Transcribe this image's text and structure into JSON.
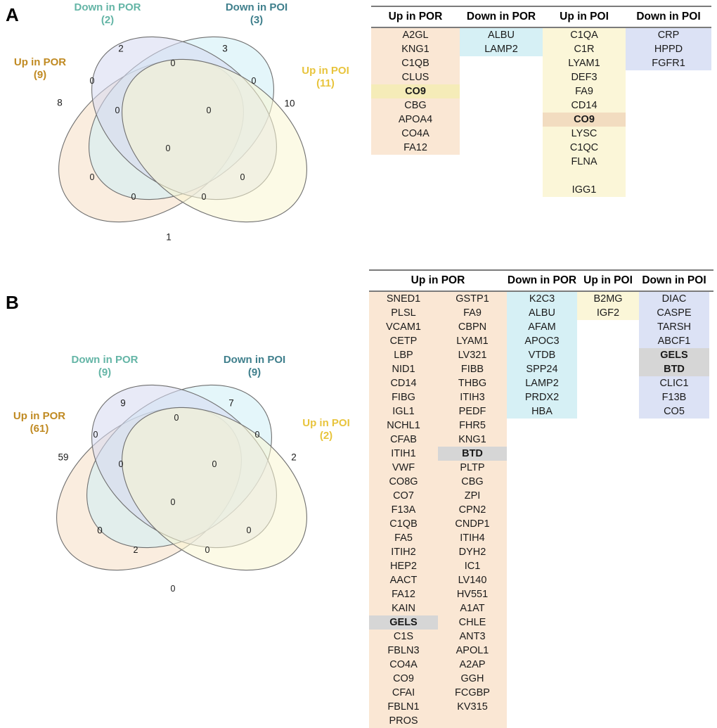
{
  "panels": [
    {
      "letter": "A",
      "venn": {
        "sets": [
          {
            "key": "up_por",
            "label": "Up in POR",
            "count": "(9)",
            "color": "#c08a22"
          },
          {
            "key": "down_por",
            "label": "Down in POR",
            "count": "(2)",
            "color": "#64b5a6"
          },
          {
            "key": "down_poi",
            "label": "Down in POI",
            "count": "(3)",
            "color": "#3f7f8c"
          },
          {
            "key": "up_poi",
            "label": "Up in POI",
            "count": "(11)",
            "color": "#e8c43c"
          }
        ],
        "regions": {
          "only_up_por": "8",
          "only_down_por": "2",
          "only_down_poi": "3",
          "only_up_poi": "10",
          "up_por__down_por": "0",
          "down_por__down_poi": "0",
          "down_poi__up_poi": "0",
          "up_por__down_poi": "0",
          "down_por__up_poi": "0",
          "up_por__up_poi": "1",
          "up_por__down_por__down_poi": "0",
          "down_por__down_poi__up_poi": "0",
          "up_por__down_por__up_poi": "0",
          "up_por__down_poi__up_poi": "0",
          "all_four": "0"
        }
      },
      "table": {
        "headers": [
          "Up in POR",
          "Down in POR",
          "Up in POI",
          "Down in POI"
        ],
        "columns": [
          {
            "header": "Up in POR",
            "bg": "bg-uppor",
            "items": [
              {
                "text": "A2GL",
                "hl": ""
              },
              {
                "text": "KNG1",
                "hl": ""
              },
              {
                "text": "C1QB",
                "hl": ""
              },
              {
                "text": "CLUS",
                "hl": ""
              },
              {
                "text": "CO9",
                "hl": "hl-yellow",
                "bold": true
              },
              {
                "text": "CBG",
                "hl": ""
              },
              {
                "text": "APOA4",
                "hl": ""
              },
              {
                "text": "CO4A",
                "hl": ""
              },
              {
                "text": "FA12",
                "hl": ""
              }
            ]
          },
          {
            "header": "Down in POR",
            "bg": "bg-downpor",
            "items": [
              {
                "text": "ALBU",
                "hl": ""
              },
              {
                "text": "LAMP2",
                "hl": ""
              }
            ]
          },
          {
            "header": "Up in POI",
            "bg": "bg-uppoi",
            "items": [
              {
                "text": "C1QA",
                "hl": ""
              },
              {
                "text": "C1R",
                "hl": ""
              },
              {
                "text": "LYAM1",
                "hl": ""
              },
              {
                "text": "DEF3",
                "hl": ""
              },
              {
                "text": "FA9",
                "hl": ""
              },
              {
                "text": "CD14",
                "hl": ""
              },
              {
                "text": "CO9",
                "hl": "hl-peach",
                "bold": true
              },
              {
                "text": "LYSC",
                "hl": ""
              },
              {
                "text": "C1QC",
                "hl": ""
              },
              {
                "text": "FLNA",
                "hl": ""
              },
              {
                "text": "",
                "hl": "",
                "blank": true
              },
              {
                "text": "IGG1",
                "hl": ""
              }
            ]
          },
          {
            "header": "Down in POI",
            "bg": "bg-downpoi",
            "items": [
              {
                "text": "CRP",
                "hl": ""
              },
              {
                "text": "HPPD",
                "hl": ""
              },
              {
                "text": "FGFR1",
                "hl": ""
              }
            ]
          }
        ]
      }
    },
    {
      "letter": "B",
      "venn": {
        "sets": [
          {
            "key": "up_por",
            "label": "Up in POR",
            "count": "(61)",
            "color": "#c08a22"
          },
          {
            "key": "down_por",
            "label": "Down in POR",
            "count": "(9)",
            "color": "#64b5a6"
          },
          {
            "key": "down_poi",
            "label": "Down in POI",
            "count": "(9)",
            "color": "#3f7f8c"
          },
          {
            "key": "up_poi",
            "label": "Up in POI",
            "count": "(2)",
            "color": "#e8c43c"
          }
        ],
        "regions": {
          "only_up_por": "59",
          "only_down_por": "9",
          "only_down_poi": "7",
          "only_up_poi": "2",
          "up_por__down_por": "0",
          "down_por__down_poi": "0",
          "down_poi__up_poi": "0",
          "up_por__down_poi": "0",
          "down_por__up_poi": "0",
          "up_por__up_poi": "0",
          "up_por__down_por__down_poi": "0",
          "down_por__down_poi__up_poi": "0",
          "up_por__down_por__up_poi": "2",
          "up_por__down_poi__up_poi": "0",
          "all_four": "0"
        }
      },
      "table": {
        "headers": [
          "Up in POR",
          "Down in POR",
          "Up in POI",
          "Down in POI"
        ],
        "up_por_left": [
          {
            "text": "SNED1",
            "hl": ""
          },
          {
            "text": "PLSL",
            "hl": ""
          },
          {
            "text": "VCAM1",
            "hl": ""
          },
          {
            "text": "CETP",
            "hl": ""
          },
          {
            "text": "LBP",
            "hl": ""
          },
          {
            "text": "NID1",
            "hl": ""
          },
          {
            "text": "CD14",
            "hl": ""
          },
          {
            "text": "FIBG",
            "hl": ""
          },
          {
            "text": "IGL1",
            "hl": ""
          },
          {
            "text": "NCHL1",
            "hl": ""
          },
          {
            "text": "CFAB",
            "hl": ""
          },
          {
            "text": "ITIH1",
            "hl": ""
          },
          {
            "text": "VWF",
            "hl": ""
          },
          {
            "text": "CO8G",
            "hl": ""
          },
          {
            "text": "CO7",
            "hl": ""
          },
          {
            "text": "F13A",
            "hl": ""
          },
          {
            "text": "C1QB",
            "hl": ""
          },
          {
            "text": "FA5",
            "hl": ""
          },
          {
            "text": "ITIH2",
            "hl": ""
          },
          {
            "text": "HEP2",
            "hl": ""
          },
          {
            "text": "AACT",
            "hl": ""
          },
          {
            "text": "FA12",
            "hl": ""
          },
          {
            "text": "KAIN",
            "hl": ""
          },
          {
            "text": "GELS",
            "hl": "hl-grey",
            "bold": true
          },
          {
            "text": "C1S",
            "hl": ""
          },
          {
            "text": "FBLN3",
            "hl": ""
          },
          {
            "text": "CO4A",
            "hl": ""
          },
          {
            "text": "CO9",
            "hl": ""
          },
          {
            "text": "CFAI",
            "hl": ""
          },
          {
            "text": "FBLN1",
            "hl": ""
          },
          {
            "text": "PROS",
            "hl": ""
          }
        ],
        "up_por_right": [
          {
            "text": "GSTP1",
            "hl": ""
          },
          {
            "text": "FA9",
            "hl": ""
          },
          {
            "text": "CBPN",
            "hl": ""
          },
          {
            "text": "LYAM1",
            "hl": ""
          },
          {
            "text": "LV321",
            "hl": ""
          },
          {
            "text": "FIBB",
            "hl": ""
          },
          {
            "text": "THBG",
            "hl": ""
          },
          {
            "text": "ITIH3",
            "hl": ""
          },
          {
            "text": "PEDF",
            "hl": ""
          },
          {
            "text": "FHR5",
            "hl": ""
          },
          {
            "text": "KNG1",
            "hl": ""
          },
          {
            "text": "BTD",
            "hl": "hl-grey",
            "bold": true
          },
          {
            "text": "PLTP",
            "hl": ""
          },
          {
            "text": "CBG",
            "hl": ""
          },
          {
            "text": "ZPI",
            "hl": ""
          },
          {
            "text": "CPN2",
            "hl": ""
          },
          {
            "text": "CNDP1",
            "hl": ""
          },
          {
            "text": "ITIH4",
            "hl": ""
          },
          {
            "text": "DYH2",
            "hl": ""
          },
          {
            "text": "IC1",
            "hl": ""
          },
          {
            "text": "LV140",
            "hl": ""
          },
          {
            "text": "HV551",
            "hl": ""
          },
          {
            "text": "A1AT",
            "hl": ""
          },
          {
            "text": "CHLE",
            "hl": ""
          },
          {
            "text": "ANT3",
            "hl": ""
          },
          {
            "text": "APOL1",
            "hl": ""
          },
          {
            "text": "A2AP",
            "hl": ""
          },
          {
            "text": "GGH",
            "hl": ""
          },
          {
            "text": "FCGBP",
            "hl": ""
          },
          {
            "text": "KV315",
            "hl": ""
          }
        ],
        "down_por": [
          {
            "text": "K2C3",
            "hl": ""
          },
          {
            "text": "ALBU",
            "hl": ""
          },
          {
            "text": "AFAM",
            "hl": ""
          },
          {
            "text": "APOC3",
            "hl": ""
          },
          {
            "text": "VTDB",
            "hl": ""
          },
          {
            "text": "SPP24",
            "hl": ""
          },
          {
            "text": "LAMP2",
            "hl": ""
          },
          {
            "text": "PRDX2",
            "hl": ""
          },
          {
            "text": "HBA",
            "hl": ""
          }
        ],
        "up_poi": [
          {
            "text": "B2MG",
            "hl": ""
          },
          {
            "text": "IGF2",
            "hl": ""
          }
        ],
        "down_poi": [
          {
            "text": "DIAC",
            "hl": ""
          },
          {
            "text": "CASPE",
            "hl": ""
          },
          {
            "text": "TARSH",
            "hl": ""
          },
          {
            "text": "ABCF1",
            "hl": ""
          },
          {
            "text": "GELS",
            "hl": "hl-grey",
            "bold": true
          },
          {
            "text": "BTD",
            "hl": "hl-grey",
            "bold": true
          },
          {
            "text": "CLIC1",
            "hl": ""
          },
          {
            "text": "F13B",
            "hl": ""
          },
          {
            "text": "CO5",
            "hl": ""
          }
        ]
      }
    }
  ],
  "colors": {
    "up_por_fill": "#fae7d4",
    "down_por_fill": "#d6f0f5",
    "down_poi_fill": "#dce2f5",
    "up_poi_fill": "#fbf6d8",
    "ellipse_stroke": "#6f6f6f",
    "rule": "#7b7b7b"
  }
}
